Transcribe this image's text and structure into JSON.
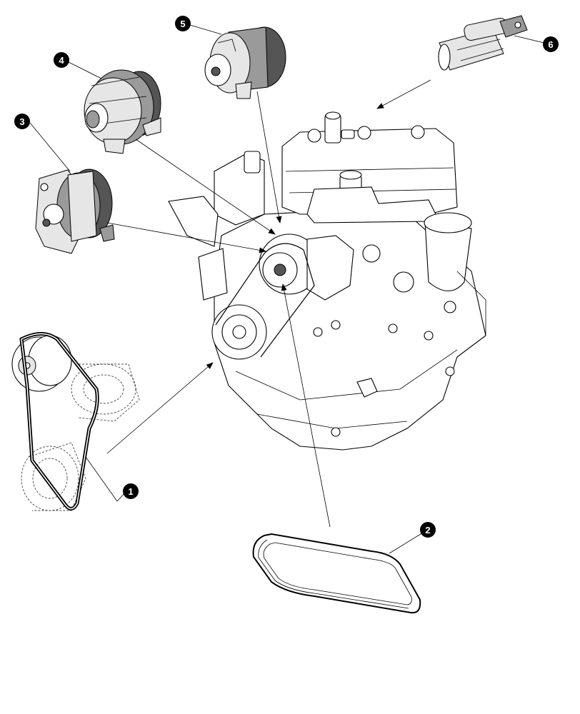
{
  "diagram": {
    "callouts": [
      {
        "id": "c1",
        "label": "1",
        "part": "fan-belt-assembly"
      },
      {
        "id": "c2",
        "label": "2",
        "part": "drive-belt"
      },
      {
        "id": "c3",
        "label": "3",
        "part": "alternator-a"
      },
      {
        "id": "c4",
        "label": "4",
        "part": "alternator-b"
      },
      {
        "id": "c5",
        "label": "5",
        "part": "alternator-c"
      },
      {
        "id": "c6",
        "label": "6",
        "part": "starter-motor"
      }
    ],
    "colors": {
      "line": "#000000",
      "callout_fill": "#000000",
      "callout_text": "#ffffff",
      "part_shade_light": "#e6e6e6",
      "part_shade_mid": "#9a9a9a",
      "part_shade_dark": "#555555",
      "background": "#ffffff"
    }
  }
}
